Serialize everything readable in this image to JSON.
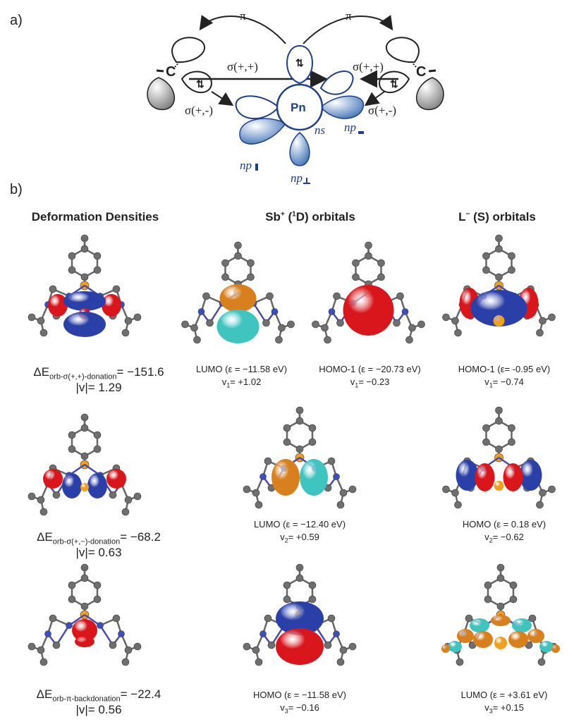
{
  "panel_a": {
    "label": "a)",
    "pi_left": "π",
    "pi_right": "π",
    "sigma_pp_left": "σ(+,+)",
    "sigma_pp_right": "σ(+,+)",
    "sigma_pm_left": "σ(+,-)",
    "sigma_pm_right": "σ(+,-)",
    "carbon_left": "C",
    "carbon_right": "C",
    "center": "Pn",
    "ns": "ns",
    "np_right": "np",
    "np_left": "np",
    "np_bottom": "np"
  },
  "panel_b": {
    "label": "b)",
    "headers": {
      "col1": "Deformation Densities",
      "col2_main": "Sb",
      "col2_sup": "+",
      "col2_paren_open": " (",
      "col2_sup1": "1",
      "col2_term": "D) orbitals",
      "col3_main": "L",
      "col3_sup": "−",
      "col3_term": " (S) orbitals"
    },
    "rows": [
      {
        "def_prefix": "ΔE",
        "def_sub": "orb-σ(+,+)-donation",
        "def_value": "= −151.6",
        "def_v": "|v|= 1.29",
        "sb_a_line1": "LUMO (ε = −11.58 eV)",
        "sb_a_line2_pre": "v",
        "sb_a_line2_sub": "1",
        "sb_a_line2_val": "= +1.02",
        "sb_b_line1": "HOMO-1 (ε = −20.73 eV)",
        "sb_b_line2_pre": "v",
        "sb_b_line2_sub": "1",
        "sb_b_line2_val": "= −0.23",
        "l_line1": "HOMO-1 (ε= -0.95 eV)",
        "l_line2_pre": "v",
        "l_line2_sub": "1",
        "l_line2_val": "= −0.74"
      },
      {
        "def_prefix": "ΔE",
        "def_sub": "orb-σ(+,−)-donation",
        "def_value": "= −68.2",
        "def_v": "|v|= 0.63",
        "sb_line1": "LUMO (ε = −12.40 eV)",
        "sb_line2_pre": "v",
        "sb_line2_sub": "2",
        "sb_line2_val": "= +0.59",
        "l_line1": "HOMO (ε = 0.18 eV)",
        "l_line2_pre": "v",
        "l_line2_sub": "2",
        "l_line2_val": "= −0.62"
      },
      {
        "def_prefix": "ΔE",
        "def_sub": "orb-π-backdonation",
        "def_value": "= −22.4",
        "def_v": "|v|= 0.56",
        "sb_line1": "HOMO (ε = −11.58 eV)",
        "sb_line2_pre": "v",
        "sb_line2_sub": "3",
        "sb_line2_val": "= −0.16",
        "l_line1": "LUMO (ε = +3.61 eV)",
        "l_line2_pre": "v",
        "l_line2_sub": "3",
        "l_line2_val": "= +0.15"
      }
    ]
  },
  "colors": {
    "blue_orbital": "#1f3f8a",
    "lobe_blue": "#2a3fa8",
    "lobe_red": "#d8161c",
    "lobe_orange": "#d9801e",
    "lobe_cyan": "#3fc4c0",
    "atom_gray": "#6f6f6f",
    "atom_n": "#3b4fc0",
    "atom_pn": "#f0a020"
  }
}
